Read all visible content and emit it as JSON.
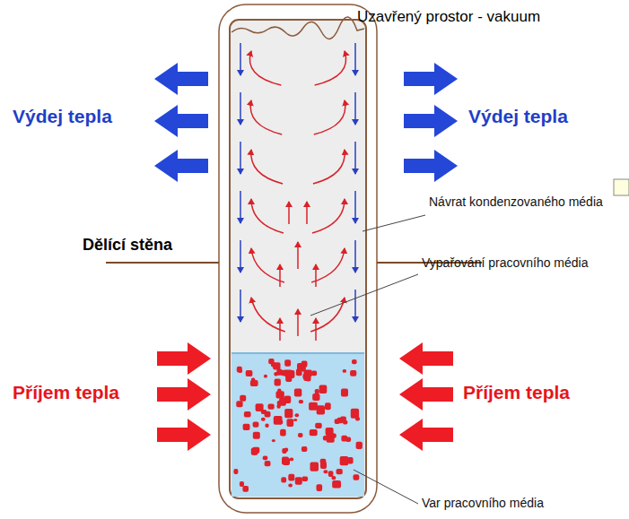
{
  "diagram": {
    "labels": [
      "Uzavřený prostor - vakuum",
      "Výdej tepla",
      "Výdej tepla",
      "Dělící stěna",
      "Návrat kondenzovaného média",
      "Vypařování pracovního média",
      "Příjem tepla",
      "Příjem tepla",
      "Var pracovního média"
    ]
  }
}
